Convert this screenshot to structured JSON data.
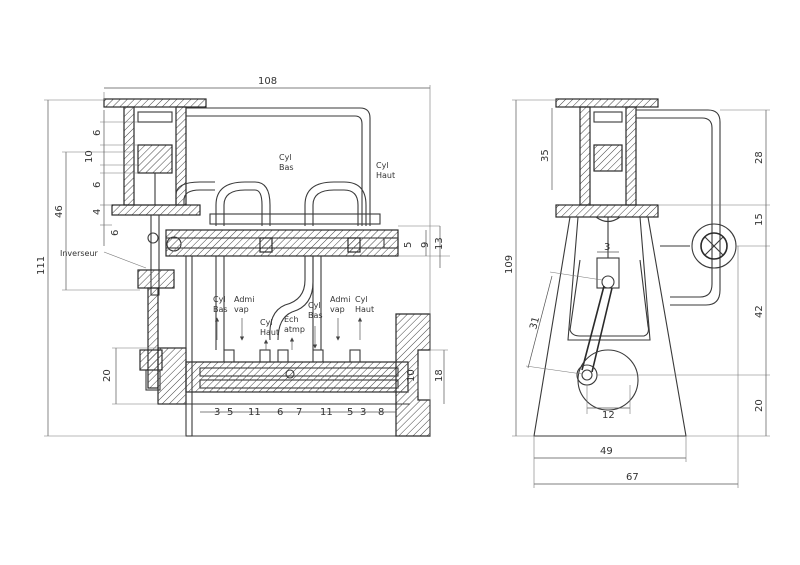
{
  "left_view": {
    "dims": {
      "top_width": "108",
      "total_height": "111",
      "h46": "46",
      "v6a": "6",
      "v10": "10",
      "v6b": "6",
      "v4": "4",
      "v6c": "6",
      "v20": "20",
      "r9": "9",
      "r13": "13",
      "r5": "5",
      "r18": "18",
      "r10": "10",
      "bottom_row": [
        "3",
        "5",
        "11",
        "6",
        "7",
        "11",
        "5",
        "3",
        "8"
      ]
    },
    "labels": {
      "cyl_bas_top": [
        "Cyl",
        "Bas"
      ],
      "cyl_haut_top": [
        "Cyl",
        "Haut"
      ],
      "inverseur": "Inverseur",
      "cyl_bas_1": [
        "Cyl",
        "Bas"
      ],
      "admi_vap_1": [
        "Admi",
        "vap"
      ],
      "cyl_haut_1": [
        "Cyl",
        "Haut"
      ],
      "ech_atmp": [
        "Ech",
        "atmp"
      ],
      "cyl_bas_2": [
        "Cyl",
        "Bas"
      ],
      "admi_vap_2": [
        "Admi",
        "vap"
      ],
      "cyl_haut_2": [
        "Cyl",
        "Haut"
      ]
    }
  },
  "right_view": {
    "dims": {
      "height": "109",
      "d35": "35",
      "d28": "28",
      "d15": "15",
      "d3": "3",
      "d31": "31",
      "d42": "42",
      "d12": "12",
      "d20": "20",
      "width49": "49",
      "width67": "67"
    }
  }
}
